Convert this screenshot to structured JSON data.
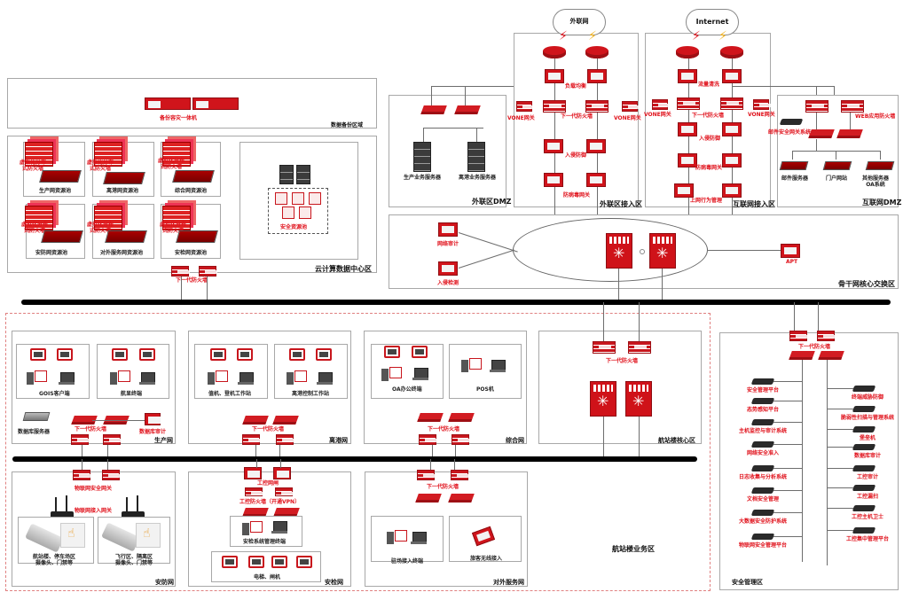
{
  "zones": {
    "backup": "数据备份区域",
    "cloud_dc": "云计算数据中心区",
    "ext_dmz": "外联区DMZ",
    "ext_access": "外联区接入区",
    "inet_access": "互联网接入区",
    "inet_dmz": "互联网DMZ",
    "backbone": "骨干网核心交换区",
    "terminal_business": "航站楼业务区",
    "terminal_core": "航站楼核心区",
    "security_mgmt": "安全管理区",
    "production_net": "生产网",
    "apron_net": "离港网",
    "general_net": "综合网",
    "security_net": "安防网",
    "inspection_net": "安检网",
    "external_service_net": "对外服务网"
  },
  "clouds": {
    "extranet": "外联网",
    "internet": "Internet"
  },
  "backup": {
    "device": "备份容灾一体机"
  },
  "cloud_dc": {
    "vfw_label": "虚拟化分布式防火墙",
    "pools": [
      "生产网资源池",
      "离港网资源池",
      "综合网资源池",
      "安防网资源池",
      "对外服务网资源池",
      "安检网资源池"
    ],
    "security_pool": "安全资源池",
    "ngfw": "下一代防火墙"
  },
  "ext_dmz": {
    "servers": [
      "生产业务服务器",
      "离港业务服务器"
    ]
  },
  "ext_access": {
    "lb": "负载均衡",
    "ngfw": "下一代防火墙",
    "vpn_left": "VONE网关",
    "vpn_right": "VONE网关",
    "ips": "入侵防御",
    "av": "防病毒网关"
  },
  "inet_access": {
    "traffic": "流量清洗",
    "ngfw": "下一代防火墙",
    "vpn_left": "VONE网关",
    "vpn_right": "VONE网关",
    "ips": "入侵防御",
    "av": "防病毒网关",
    "behavior": "上网行为管理"
  },
  "inet_dmz": {
    "waf": "WEB应用防火墙",
    "mail_gw": "邮件安全网关系统",
    "servers": [
      "邮件服务器",
      "门户网站",
      "其他服务器OA系统"
    ]
  },
  "backbone": {
    "audit": "网络审计",
    "ids": "入侵检测",
    "apt": "APT"
  },
  "production_net": {
    "groups": [
      "GOIS客户端",
      "航显终端"
    ],
    "db_server": "数据库服务器",
    "ngfw": "下一代防火墙",
    "db_audit": "数据库审计"
  },
  "apron_net": {
    "groups": [
      "值机、登机工作站",
      "离港控制工作站"
    ],
    "ngfw": "下一代防火墙"
  },
  "general_net": {
    "groups": [
      "OA办公终端",
      "POS机"
    ],
    "ngfw": "下一代防火墙"
  },
  "terminal_core": {
    "ngfw": "下一代防火墙"
  },
  "security_net": {
    "iot_gw": "物联网安全网关",
    "iot_access": "物联网接入网关",
    "groups": [
      "航站楼、停车场区 摄像头、门禁等",
      "飞行区、隔离区 摄像头、门禁等"
    ]
  },
  "inspection_net": {
    "ics_gate": "工控网闸",
    "ics_fw": "工控防火墙（开通VPN）",
    "mgmt": "安检系统管理终端",
    "devices": "电梯、闸机"
  },
  "external_service_net": {
    "ngfw": "下一代防火墙",
    "groups": [
      "驻场接入终端",
      "旅客无线接入"
    ]
  },
  "security_mgmt": {
    "ngfw": "下一代防火墙",
    "left": [
      "安全管理平台",
      "态势感知平台",
      "主机监控与审计系统",
      "网络安全准入",
      "日志收集与分析系统",
      "文档安全管理",
      "大数据安全防护系统",
      "物联网安全管理平台"
    ],
    "right": [
      "终端威胁防御",
      "脆弱性扫描与管理系统",
      "堡垒机",
      "数据库审计",
      "工控审计",
      "工控漏扫",
      "工控主机卫士",
      "工控集中管理平台"
    ]
  },
  "icons": {
    "router": "router-icon",
    "firewall": "firewall-icon",
    "switch": "switch-icon",
    "server": "server-icon",
    "cloud": "cloud-icon"
  },
  "colors": {
    "accent": "#d0141b",
    "bus": "#000000",
    "border": "#a8a8a8",
    "dashed": "#e08080"
  }
}
